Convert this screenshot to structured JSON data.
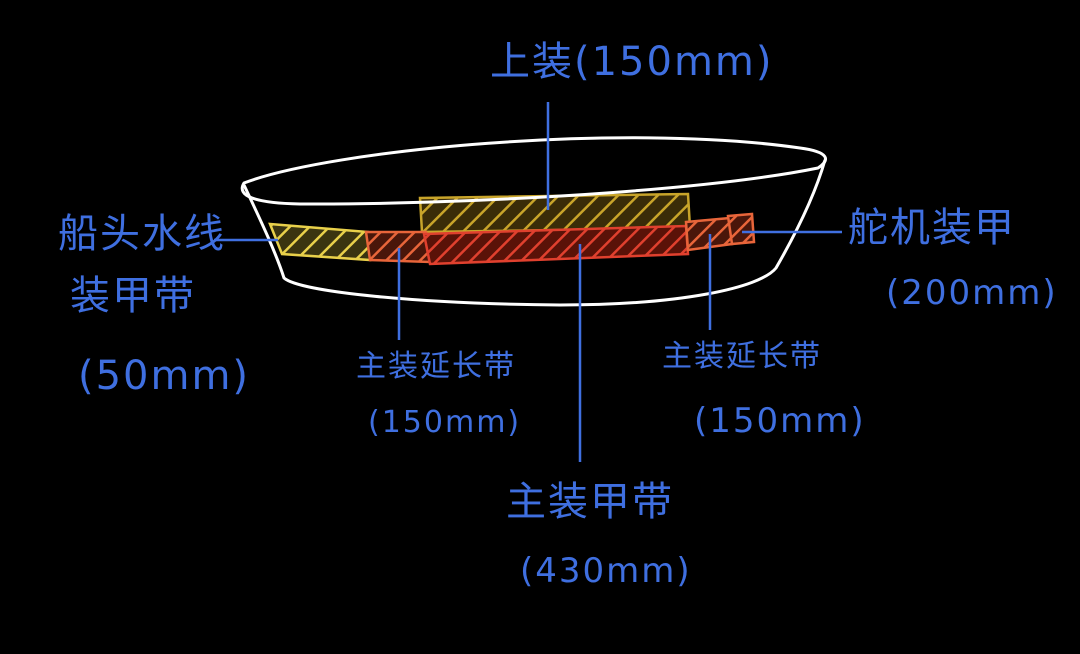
{
  "colors": {
    "background": "#000000",
    "hull_outline": "#ffffff",
    "label": "#3f6fe0",
    "yellow_armor": "#e8d04a",
    "red_armor": "#e0402e",
    "gold_armor": "#c8a42a",
    "orange_armor": "#e8653a"
  },
  "labels": {
    "deck_armor": "上装(150mm)",
    "bow_belt_line1": "船头水线",
    "bow_belt_line2": "装甲带",
    "bow_belt_line3": "(50mm)",
    "main_ext_left_line1": "主装延长带",
    "main_ext_left_line2": "(150mm)",
    "main_belt_line1": "主装甲带",
    "main_belt_line2": "(430mm)",
    "main_ext_right_line1": "主装延长带",
    "main_ext_right_line2": "(150mm)",
    "steering_line1": "舵机装甲",
    "steering_line2": "(200mm)"
  }
}
